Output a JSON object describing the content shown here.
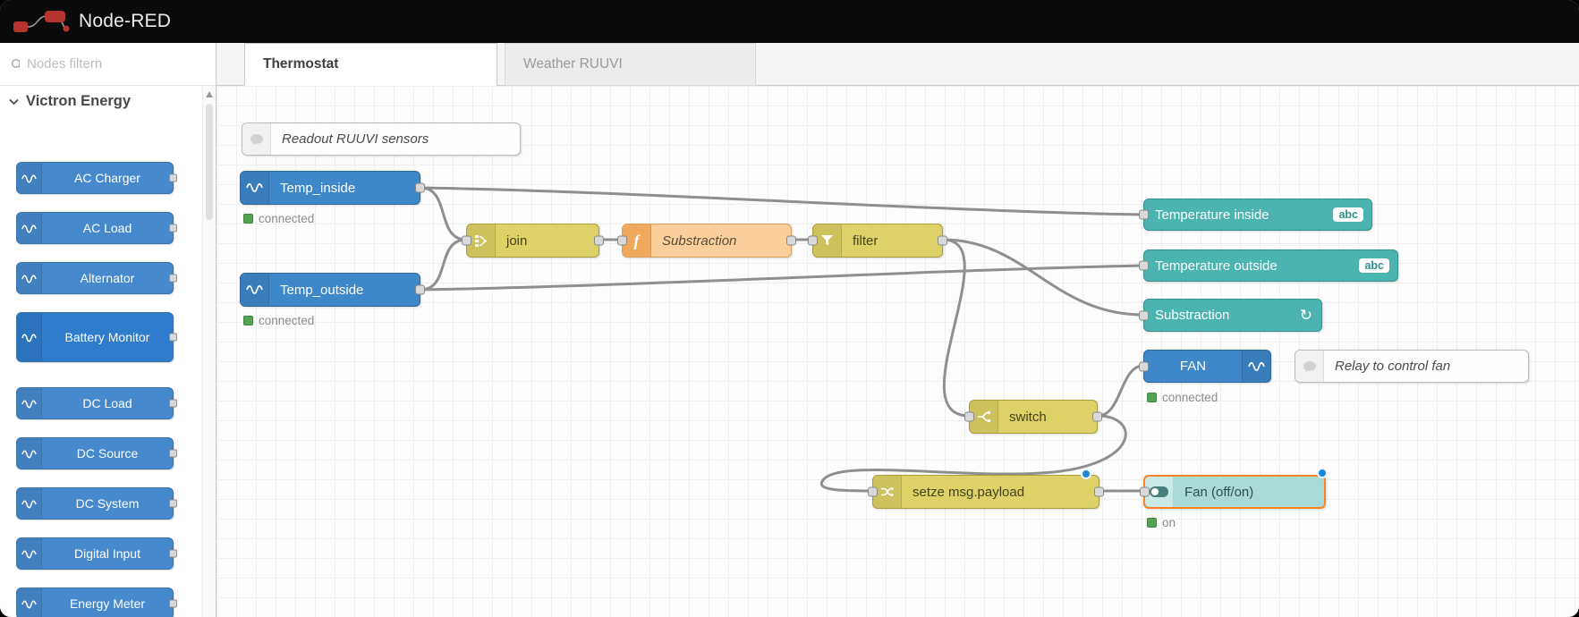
{
  "header": {
    "app_title": "Node-RED"
  },
  "sidebar": {
    "search_placeholder": "Nodes filtern",
    "category": "Victron Energy",
    "items": [
      {
        "label": "AC Charger"
      },
      {
        "label": "AC Load"
      },
      {
        "label": "Alternator"
      },
      {
        "label": "Battery Monitor"
      },
      {
        "label": "DC Load"
      },
      {
        "label": "DC Source"
      },
      {
        "label": "DC System"
      },
      {
        "label": "Digital Input"
      },
      {
        "label": "Energy Meter"
      }
    ]
  },
  "tabs": [
    {
      "label": "Thermostat",
      "active": true
    },
    {
      "label": "Weather RUUVI",
      "active": false
    }
  ],
  "flow": {
    "comment_readout": {
      "label": "Readout RUUVI sensors"
    },
    "comment_relay": {
      "label": "Relay to control fan"
    },
    "temp_inside": {
      "label": "Temp_inside",
      "status": "connected"
    },
    "temp_outside": {
      "label": "Temp_outside",
      "status": "connected"
    },
    "join": {
      "label": "join"
    },
    "substraction_fn": {
      "label": "Substraction"
    },
    "filter": {
      "label": "filter"
    },
    "temperature_inside": {
      "label": "Temperature inside",
      "badge": "abc"
    },
    "temperature_outside": {
      "label": "Temperature outside",
      "badge": "abc"
    },
    "substraction_out": {
      "label": "Substraction"
    },
    "fan": {
      "label": "FAN",
      "status": "connected"
    },
    "switch": {
      "label": "switch"
    },
    "change": {
      "label": "setze msg.payload"
    },
    "fan_toggle": {
      "label": "Fan (off/on)",
      "status": "on"
    }
  },
  "icons": {
    "function_glyph": "f",
    "refresh_glyph": "↻"
  },
  "colors": {
    "victron_blue": "#3e87c9",
    "yellow_node": "#dcd267",
    "function_orange": "#fbcf9c",
    "teal_node": "#4cb4af",
    "light_teal_node": "#a8dbd8",
    "selected_border": "#ff8226",
    "status_green": "#54a354",
    "changed_dot_blue": "#1f87d8",
    "wire_gray": "#8f8f8f"
  }
}
